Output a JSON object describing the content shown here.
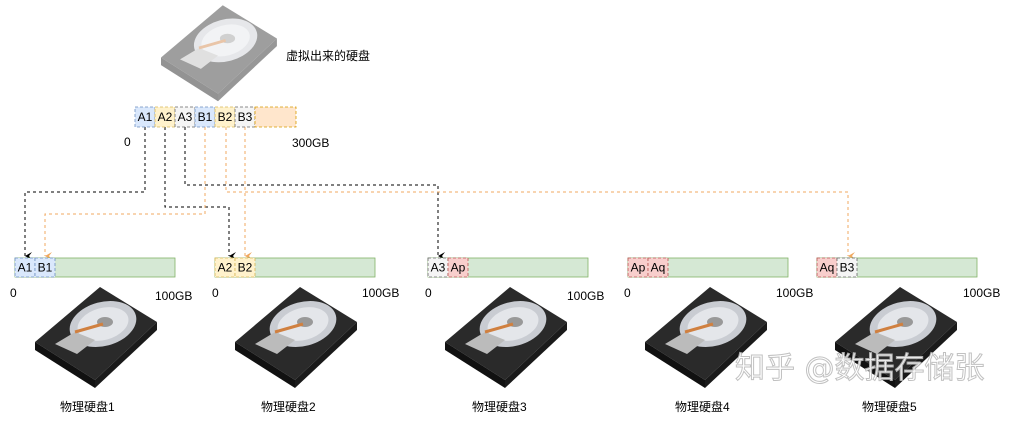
{
  "virtual_disk": {
    "label": "虚拟出来的硬盘",
    "start_label": "0",
    "end_label": "300GB",
    "segments": [
      {
        "text": "A1",
        "color": "blue"
      },
      {
        "text": "A2",
        "color": "yellow"
      },
      {
        "text": "A3",
        "color": "gray"
      },
      {
        "text": "B1",
        "color": "blue"
      },
      {
        "text": "B2",
        "color": "yellow"
      },
      {
        "text": "B3",
        "color": "gray"
      },
      {
        "text": "",
        "color": "orange"
      }
    ]
  },
  "physical_disks": [
    {
      "name": "物理硬盘1",
      "start_label": "0",
      "end_label": "100GB",
      "segments": [
        {
          "text": "A1",
          "color": "blue"
        },
        {
          "text": "B1",
          "color": "blue"
        }
      ]
    },
    {
      "name": "物理硬盘2",
      "start_label": "0",
      "end_label": "100GB",
      "segments": [
        {
          "text": "A2",
          "color": "yellow"
        },
        {
          "text": "B2",
          "color": "yellow"
        }
      ]
    },
    {
      "name": "物理硬盘3",
      "start_label": "0",
      "end_label": "100GB",
      "segments": [
        {
          "text": "A3",
          "color": "gray"
        },
        {
          "text": "Ap",
          "color": "red"
        }
      ]
    },
    {
      "name": "物理硬盘4",
      "start_label": "0",
      "end_label": "100GB",
      "segments": [
        {
          "text": "Ap",
          "color": "red"
        },
        {
          "text": "Aq",
          "color": "red"
        }
      ]
    },
    {
      "name": "物理硬盘5",
      "start_label": "",
      "end_label": "100GB",
      "segments": [
        {
          "text": "Aq",
          "color": "red"
        },
        {
          "text": "B3",
          "color": "gray"
        }
      ]
    }
  ],
  "watermark": "知乎 @数据存储张",
  "colors": {
    "blue": {
      "fill": "#dae8fc",
      "stroke": "#6c8ebf"
    },
    "yellow": {
      "fill": "#fff2cc",
      "stroke": "#d6b656"
    },
    "gray": {
      "fill": "#f5f5f5",
      "stroke": "#666666"
    },
    "red": {
      "fill": "#f8cecc",
      "stroke": "#b85450"
    },
    "orange": {
      "fill": "#ffe6cc",
      "stroke": "#d79b00"
    },
    "green": {
      "fill": "#d5e8d4",
      "stroke": "#82b366"
    },
    "arrow_a": "#000000",
    "arrow_b": "#f0a860"
  }
}
